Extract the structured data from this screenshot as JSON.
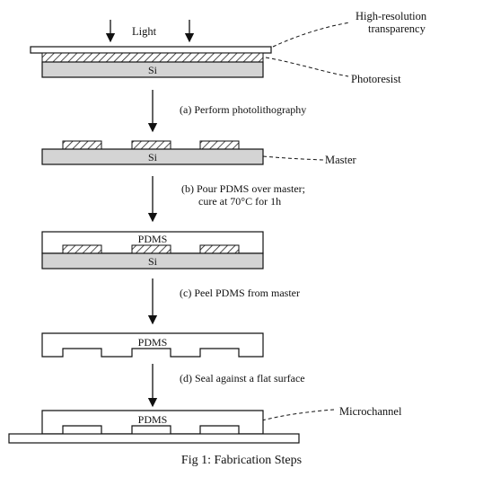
{
  "labels": {
    "light": "Light",
    "transparency_line1": "High-resolution",
    "transparency_line2": "transparency",
    "photoresist": "Photoresist",
    "master": "Master",
    "microchannel": "Microchannel",
    "si": "Si",
    "pdms": "PDMS"
  },
  "steps": {
    "a": "(a) Perform photolithography",
    "b_line1": "(b) Pour PDMS over master;",
    "b_line2": "cure at 70°C for 1h",
    "c": "(c) Peel PDMS from master",
    "d": "(d) Seal against a flat surface"
  },
  "caption": "Fig 1: Fabrication Steps"
}
